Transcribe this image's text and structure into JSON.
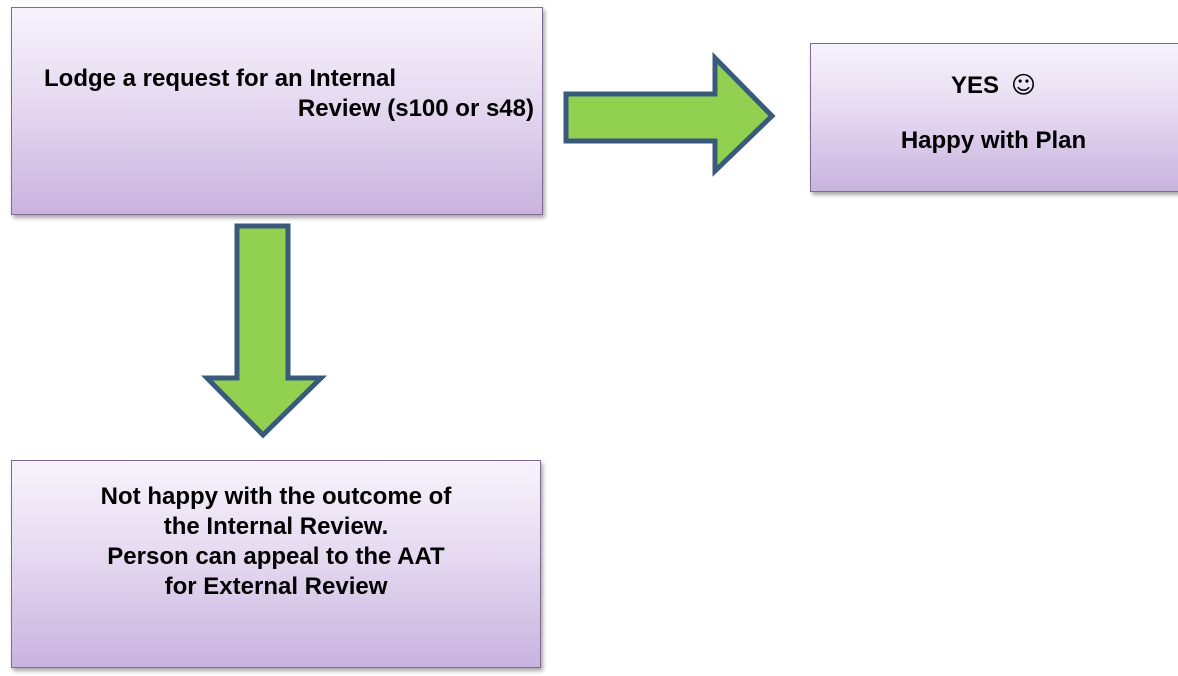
{
  "colors": {
    "box_fill_top": "#f7f3fb",
    "box_fill_bottom": "#c9b3df",
    "box_border": "#7f6a93",
    "arrow_fill": "#92d050",
    "arrow_stroke": "#3a5a7c",
    "text": "#000000"
  },
  "boxes": {
    "lodge": {
      "line1": "Lodge a request for an Internal",
      "line2": "Review (s100 or s48)"
    },
    "yes": {
      "title": "YES",
      "smiley": "☺",
      "subtitle": "Happy with Plan"
    },
    "appeal": {
      "line1": "Not happy with the outcome of",
      "line2": "the Internal Review.",
      "line3": "Person can appeal to the AAT",
      "line4": "for External Review"
    }
  },
  "arrows": {
    "right_icon": "arrow-right-icon",
    "down_icon": "arrow-down-icon"
  }
}
